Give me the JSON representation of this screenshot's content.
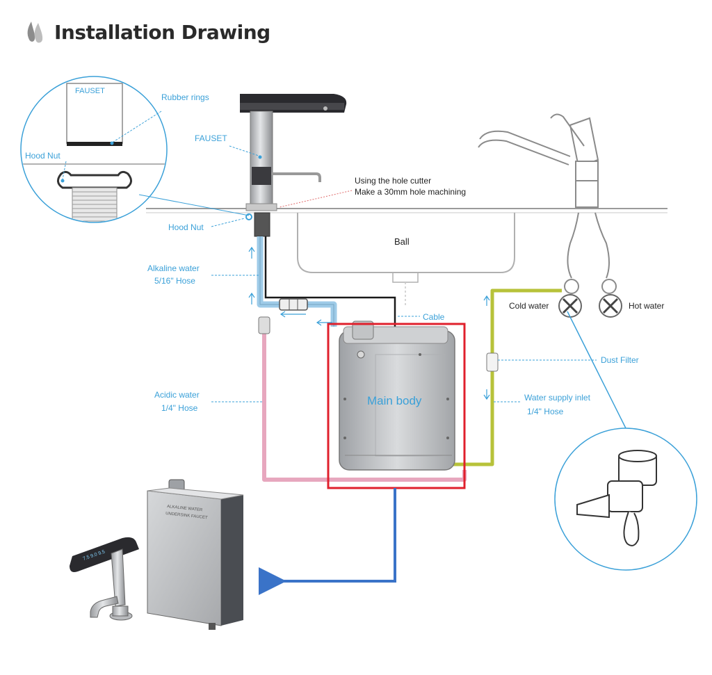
{
  "header": {
    "title": "Installation Drawing"
  },
  "labels": {
    "zoom_fauset": "FAUSET",
    "rubber_rings": "Rubber rings",
    "zoom_hood_nut": "Hood Nut",
    "fauset": "FAUSET",
    "hole_cutter_1": "Using the hole cutter",
    "hole_cutter_2": "Make a 30mm hole machining",
    "hood_nut": "Hood Nut",
    "ball": "Ball",
    "alkaline_1": "Alkaline water",
    "alkaline_2": "5/16\"  Hose",
    "cable": "Cable",
    "cold_water": "Cold water",
    "hot_water": "Hot water",
    "dust_filter": "Dust Filter",
    "main_body": "Main body",
    "acidic_1": "Acidic water",
    "acidic_2": "1/4\"  Hose",
    "supply_1": "Water supply inlet",
    "supply_2": "1/4\"  Hose",
    "product_unit_1": "ALKALINE WATER",
    "product_unit_2": "UNDERSINK FAUCET",
    "product_faucet_display": "7.5  9.0  9.5"
  },
  "colors": {
    "callout": "#3aa0d8",
    "highlight": "#e0202c",
    "arrow": "#3a73c8",
    "alkaline_hose": "#9ecbe8",
    "acidic_hose": "#e7a7be",
    "supply_hose": "#b7c23a",
    "cable": "#1a1a1a"
  }
}
